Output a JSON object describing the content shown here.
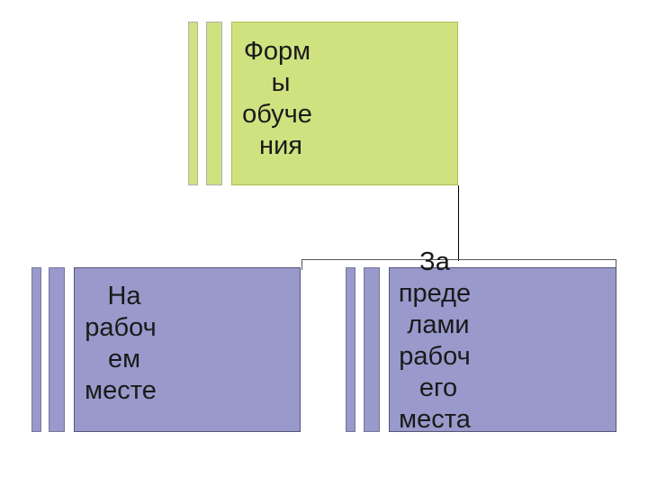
{
  "diagram": {
    "root": {
      "label": "Форм\n ы\nобуче\n ния"
    },
    "children": [
      {
        "label": " На\nрабоч\n ем\nместе"
      },
      {
        "label": "За\nпреде\n лами\nрабоч\n его\nместа"
      }
    ],
    "colors": {
      "root_fill": "#cfe27f",
      "child_fill": "#9999cc",
      "connector": "#000000"
    }
  }
}
